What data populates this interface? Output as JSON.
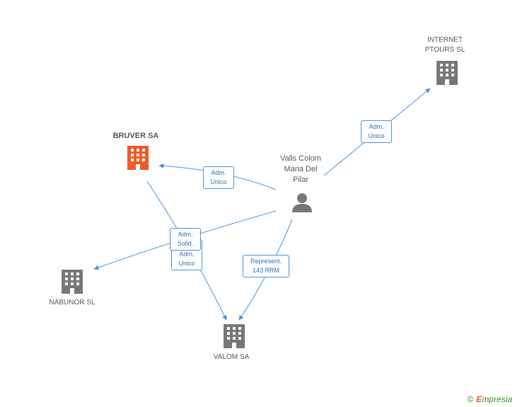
{
  "colors": {
    "edge": "#4a90d9",
    "building": "#777777",
    "building_main": "#f05a28",
    "person": "#777777"
  },
  "nodes": {
    "internet": {
      "label": "INTERNET\nPTOURS SL",
      "icon": "building-icon"
    },
    "bruver": {
      "label": "BRUVER SA",
      "icon": "building-icon"
    },
    "valls": {
      "label": "Valls Colom\nMaria Del\nPilar",
      "icon": "person-icon"
    },
    "nabunor": {
      "label": "NABUNOR SL",
      "icon": "building-icon"
    },
    "valom": {
      "label": "VALOM SA",
      "icon": "building-icon"
    }
  },
  "edges": {
    "to_internet": "Adm.\nUnico",
    "to_bruver": "Adm.\nUnico",
    "to_nabunor": "Adm.\nSolid.",
    "bruver_to_valom": "Adm.\nUnico",
    "to_valom": "Represent.\n143 RRM"
  },
  "footer": {
    "copyright": "©",
    "brand_first": "E",
    "brand_rest": "mpresia"
  }
}
